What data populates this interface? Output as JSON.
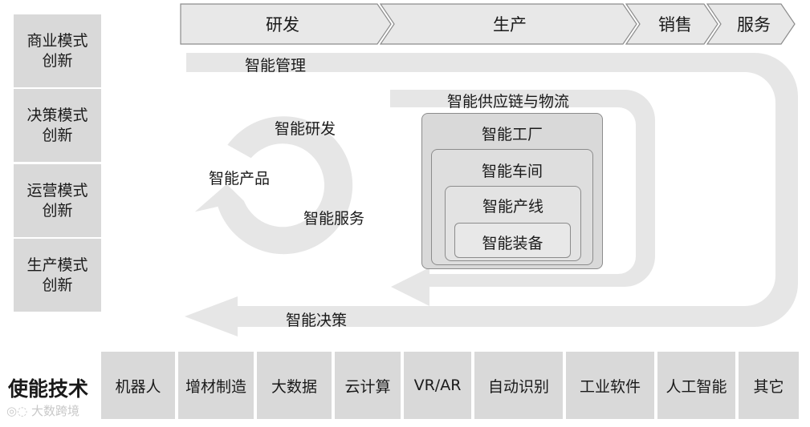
{
  "value_chain": [
    "研发",
    "生产",
    "销售",
    "服务"
  ],
  "innovation_modes": [
    "商业模式\n创新",
    "决策模式\n创新",
    "运营模式\n创新",
    "生产模式\n创新"
  ],
  "flows": {
    "management": "智能管理",
    "supply_chain": "智能供应链与物流",
    "decision": "智能决策"
  },
  "cycle": {
    "rd": "智能研发",
    "product": "智能产品",
    "service": "智能服务"
  },
  "nested": {
    "factory": "智能工厂",
    "workshop": "智能车间",
    "line": "智能产线",
    "equipment": "智能装备"
  },
  "enabling": {
    "title": "使能技术",
    "items": [
      "机器人",
      "增材制造",
      "大数据",
      "云计算",
      "VR/AR",
      "自动识别",
      "工业软件",
      "人工智能",
      "其它"
    ]
  },
  "watermark": "大数跨境",
  "colors": {
    "box_gray": "#d9d9d9",
    "arrow_gray": "#e6e6e6",
    "chevron_gray": "#e8e8e8",
    "border_gray": "#8c8c8c"
  }
}
